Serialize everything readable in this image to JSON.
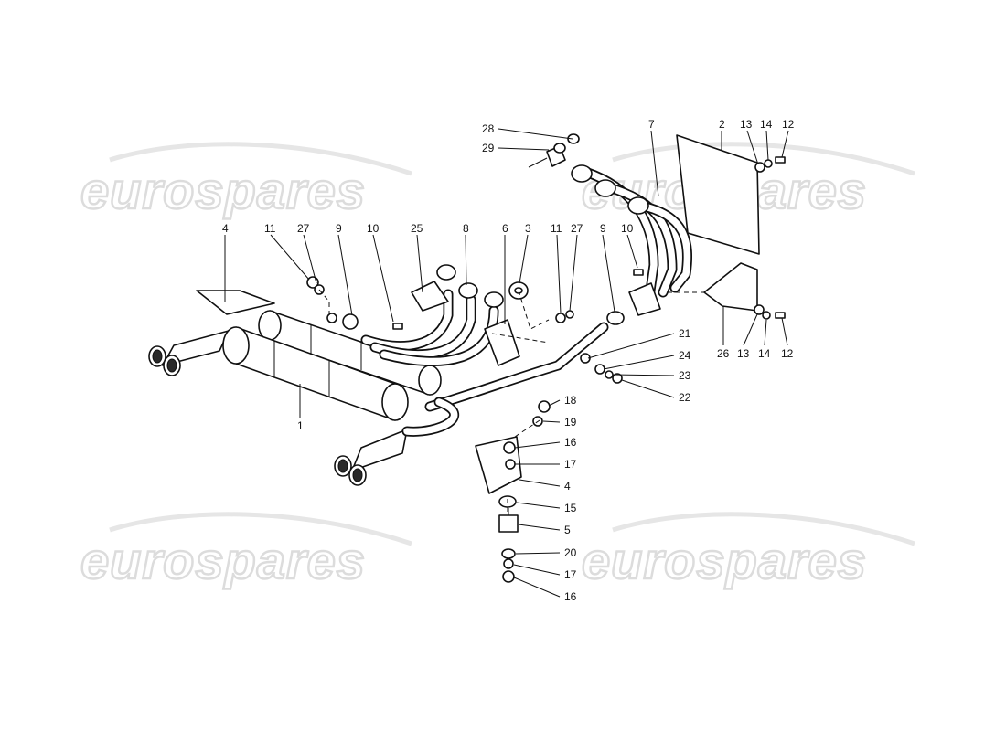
{
  "watermark": {
    "text": "eurospares"
  },
  "callouts": [
    {
      "id": "c-28a",
      "label": "28"
    },
    {
      "id": "c-29a",
      "label": "29"
    },
    {
      "id": "c-7",
      "label": "7"
    },
    {
      "id": "c-2",
      "label": "2"
    },
    {
      "id": "c-13a",
      "label": "13"
    },
    {
      "id": "c-14a",
      "label": "14"
    },
    {
      "id": "c-12a",
      "label": "12"
    },
    {
      "id": "c-4a",
      "label": "4"
    },
    {
      "id": "c-11a",
      "label": "11"
    },
    {
      "id": "c-27a",
      "label": "27"
    },
    {
      "id": "c-9a",
      "label": "9"
    },
    {
      "id": "c-10a",
      "label": "10"
    },
    {
      "id": "c-25",
      "label": "25"
    },
    {
      "id": "c-8",
      "label": "8"
    },
    {
      "id": "c-6",
      "label": "6"
    },
    {
      "id": "c-3",
      "label": "3"
    },
    {
      "id": "c-11b",
      "label": "11"
    },
    {
      "id": "c-27b",
      "label": "27"
    },
    {
      "id": "c-9b",
      "label": "9"
    },
    {
      "id": "c-10b",
      "label": "10"
    },
    {
      "id": "c-26",
      "label": "26"
    },
    {
      "id": "c-13b",
      "label": "13"
    },
    {
      "id": "c-14b",
      "label": "14"
    },
    {
      "id": "c-12b",
      "label": "12"
    },
    {
      "id": "c-21",
      "label": "21"
    },
    {
      "id": "c-24",
      "label": "24"
    },
    {
      "id": "c-23",
      "label": "23"
    },
    {
      "id": "c-22",
      "label": "22"
    },
    {
      "id": "c-1",
      "label": "1"
    },
    {
      "id": "c-18",
      "label": "18"
    },
    {
      "id": "c-19",
      "label": "19"
    },
    {
      "id": "c-16a",
      "label": "16"
    },
    {
      "id": "c-17a",
      "label": "17"
    },
    {
      "id": "c-4b",
      "label": "4"
    },
    {
      "id": "c-15",
      "label": "15"
    },
    {
      "id": "c-5",
      "label": "5"
    },
    {
      "id": "c-20",
      "label": "20"
    },
    {
      "id": "c-17b",
      "label": "17"
    },
    {
      "id": "c-16b",
      "label": "16"
    }
  ]
}
